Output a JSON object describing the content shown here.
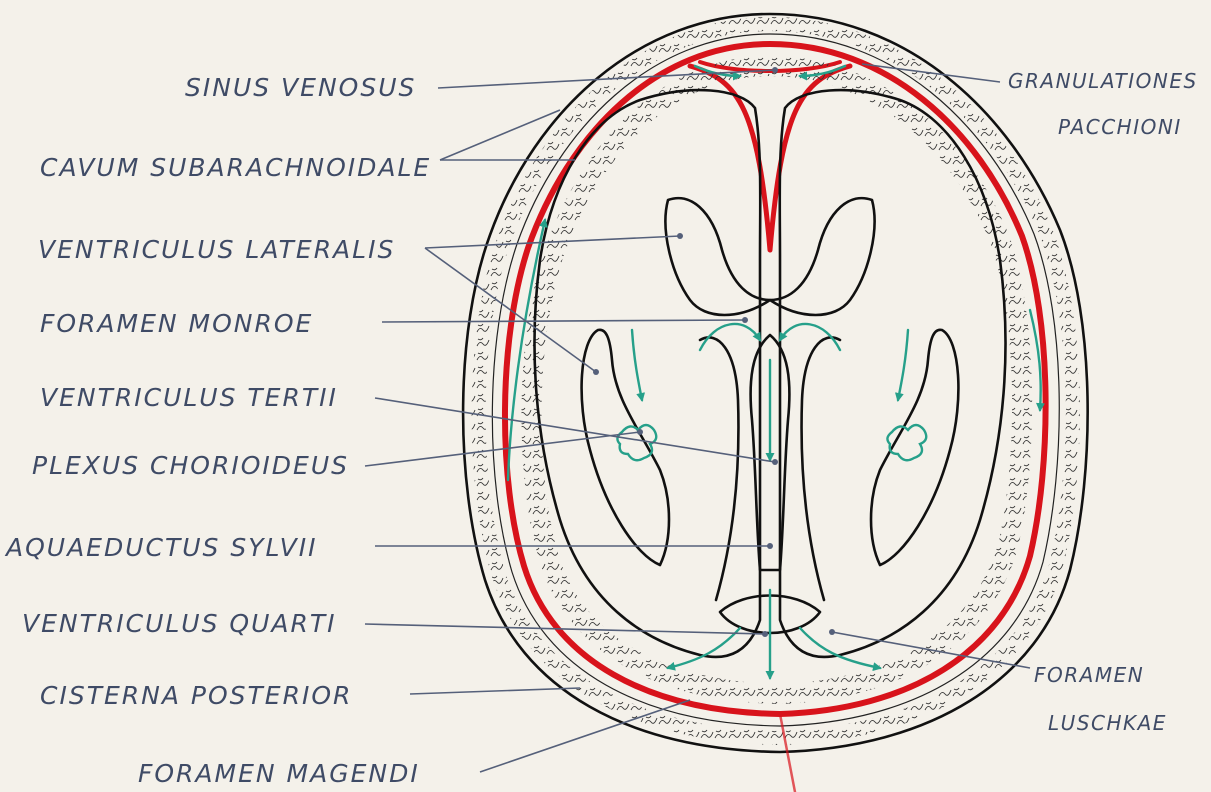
{
  "labels": {
    "sinus_venosus": "SINUS VENOSUS",
    "cavum_subarachnoidale": "CAVUM SUBARACHNOIDALE",
    "ventriculus_lateralis": "VENTRICULUS LATERALIS",
    "foramen_monroe": "FORAMEN MONROE",
    "ventriculus_tertii": "VENTRICULUS TERTII",
    "plexus_chorioideus": "PLEXUS CHORIOIDEUS",
    "aquaeductus_sylvii": "AQUAEDUCTUS SYLVII",
    "ventriculus_quarti": "VENTRICULUS QUARTI",
    "cisterna_posterior": "CISTERNA POSTERIOR",
    "foramen_magendi": "FORAMEN MAGENDI",
    "granulationes_line1": "GRANULATIONES",
    "granulationes_line2": "PACCHIONI",
    "foramen_luschkae_line1": "FORAMEN",
    "foramen_luschkae_line2": "LUSCHKAE"
  },
  "colors": {
    "paper": "#f4f1ea",
    "label_ink": "#3f4b66",
    "outline_ink": "#111111",
    "venous_red": "#d8131b",
    "csf_flow_green": "#26a08a",
    "brain_shade": "#e3e3df"
  },
  "icons": [
    "arrow-icon",
    "plexus-tuft-icon"
  ]
}
